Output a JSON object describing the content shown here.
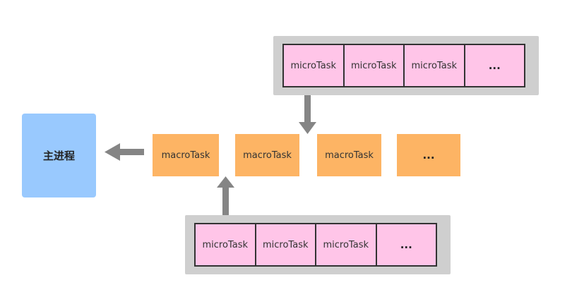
{
  "main_process": {
    "label": "主进程"
  },
  "macro_tasks": [
    "macroTask",
    "macroTask",
    "macroTask",
    "..."
  ],
  "top_queue": [
    "microTask",
    "microTask",
    "microTask",
    "..."
  ],
  "bottom_queue": [
    "microTask",
    "microTask",
    "microTask",
    "..."
  ],
  "colors": {
    "main_process": "#99c9fe",
    "macro_task": "#fdb464",
    "micro_task": "#ffc5e8",
    "tray": "#cfcfcf",
    "arrow": "#858585"
  }
}
